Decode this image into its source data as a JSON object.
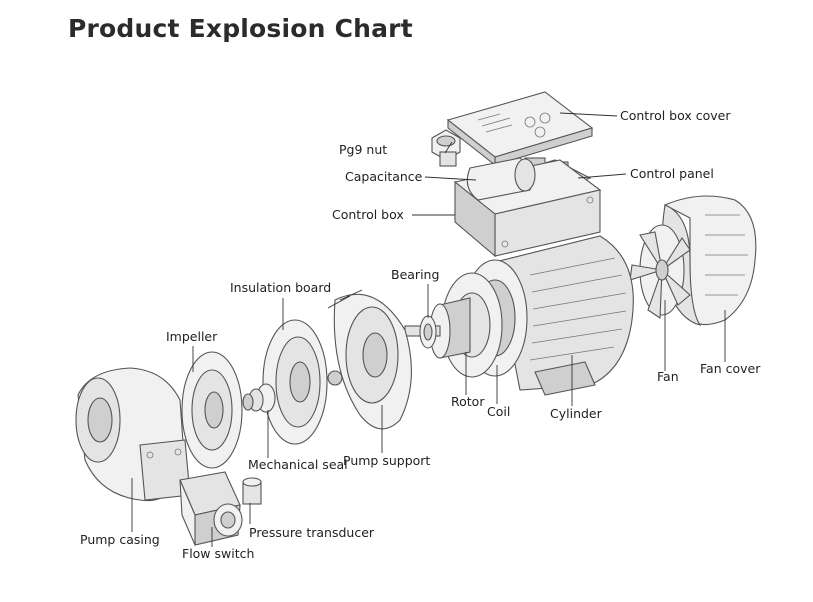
{
  "title": "Product Explosion Chart",
  "labels": {
    "control_box_cover": "Control box cover",
    "pg9_nut": "Pg9 nut",
    "control_panel": "Control panel",
    "capacitance": "Capacitance",
    "control_box": "Control box",
    "bearing": "Bearing",
    "insulation_board": "Insulation board",
    "impeller": "Impeller",
    "fan": "Fan",
    "fan_cover": "Fan cover",
    "rotor": "Rotor",
    "coil": "Coil",
    "cylinder": "Cylinder",
    "mechanical_seal": "Mechanical seal",
    "pump_support": "Pump support",
    "pressure_transducer": "Pressure transducer",
    "pump_casing": "Pump casing",
    "flow_switch": "Flow switch"
  }
}
